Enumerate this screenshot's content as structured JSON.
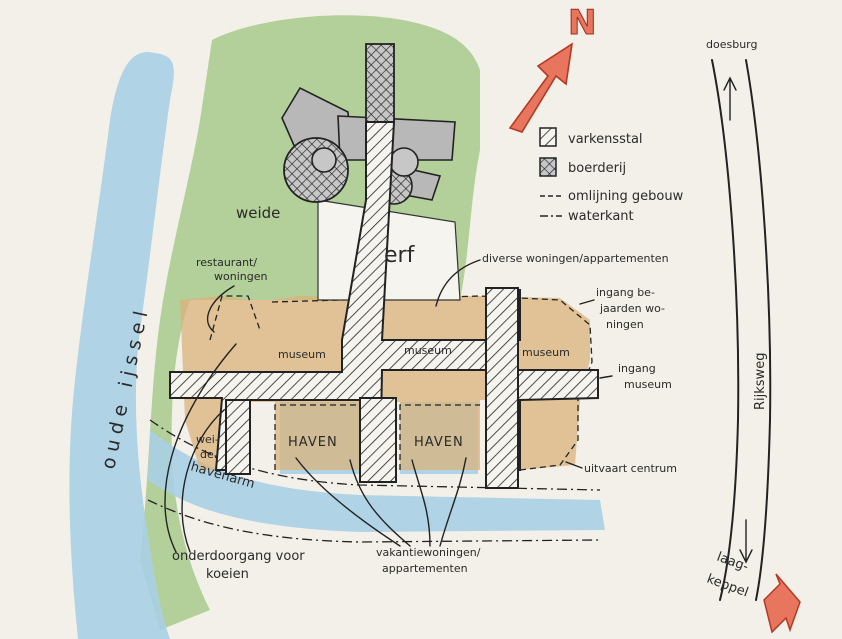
{
  "colors": {
    "paper": "#f3f0e9",
    "grass": "#9ec57f",
    "water": "#a9cfe6",
    "sand": "#d9b37a",
    "building": "#b8b8b8",
    "arrow": "#e8765e"
  },
  "north": {
    "letter": "N"
  },
  "legend": [
    {
      "symbol": "hatch",
      "label": "varkensstal"
    },
    {
      "symbol": "crosshatch",
      "label": "boerderij"
    },
    {
      "symbol": "dashed",
      "label": "omlijning gebouw"
    },
    {
      "symbol": "dashdot",
      "label": "waterkant"
    }
  ],
  "labels": {
    "weide_north": "weide",
    "erf": "erf",
    "river": "oude ijssel",
    "havenarm": "havenarm",
    "weide_small_1": "wei-",
    "weide_small_2": "de.",
    "museum_1": "museum",
    "museum_2": "museum",
    "museum_3": "museum",
    "haven_1": "HAVEN",
    "haven_2": "HAVEN",
    "restaurant_1": "restaurant/",
    "restaurant_2": "woningen",
    "diverse": "diverse woningen/appartementen",
    "ingang_bej_1": "ingang be-",
    "ingang_bej_2": "jaarden wo-",
    "ingang_bej_3": "ningen",
    "ingang_mus_1": "ingang",
    "ingang_mus_2": "museum",
    "uitvaart": "uitvaart centrum",
    "onderdoorgang_1": "onderdoorgang voor",
    "onderdoorgang_2": "koeien",
    "vakantie_1": "vakantiewoningen/",
    "vakantie_2": "appartementen",
    "doesburg": "doesburg",
    "rijksweg": "Rijksweg",
    "laag": "laag-",
    "keppel": "keppel"
  }
}
